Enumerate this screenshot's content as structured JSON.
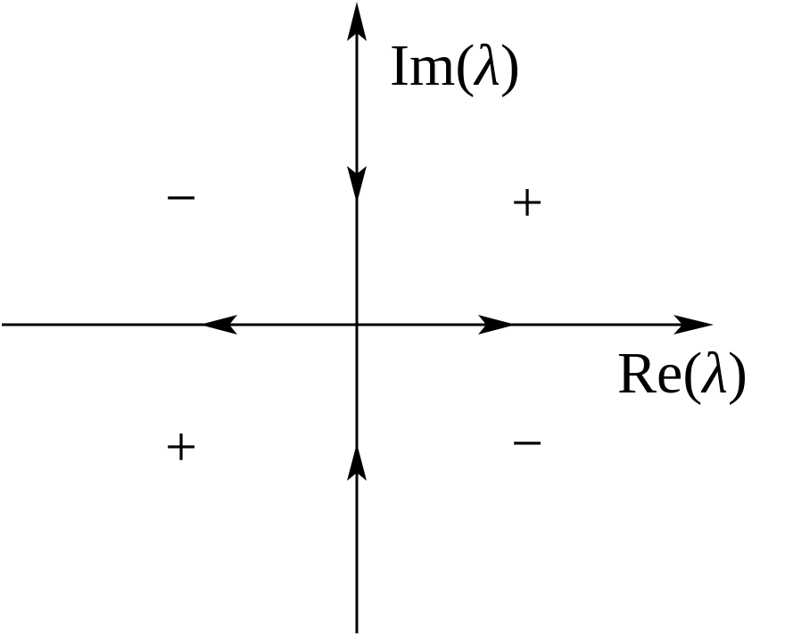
{
  "axes": {
    "imaginary": {
      "label_prefix": "Im(",
      "label_symbol": "λ",
      "label_suffix": ")"
    },
    "real": {
      "label_prefix": "Re(",
      "label_symbol": "λ",
      "label_suffix": ")"
    }
  },
  "quadrant_signs": {
    "upper_left": "−",
    "upper_right": "+",
    "lower_left": "+",
    "lower_right": "−"
  },
  "colors": {
    "stroke": "#000000",
    "background": "#ffffff"
  }
}
